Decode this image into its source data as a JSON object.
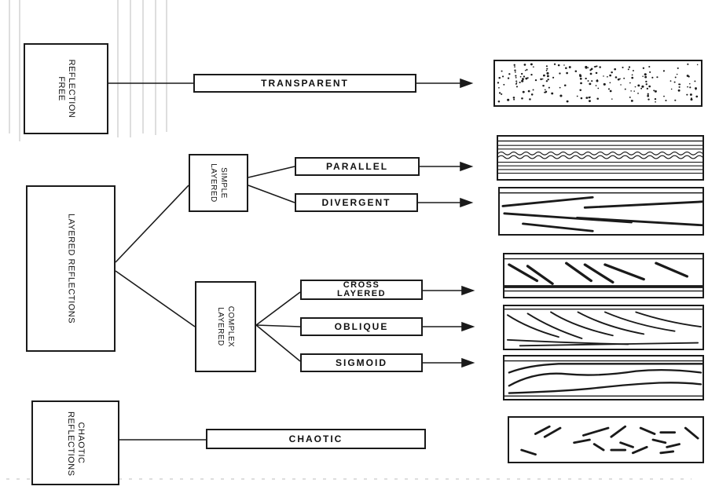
{
  "categories": {
    "reflection_free": "REFLECTION FREE",
    "layered_reflections": "LAYERED REFLECTIONS",
    "chaotic_reflections": "CHAOTIC REFLECTIONS"
  },
  "subcategories": {
    "simple_layered": "SIMPLE LAYERED",
    "complex_layered": "COMPLEX LAYERED"
  },
  "configurations": {
    "transparent": "TRANSPARENT",
    "parallel": "PARALLEL",
    "divergent": "DIVERGENT",
    "cross_layered": "CROSS LAYERED",
    "oblique": "OBLIQUE",
    "sigmoid": "SIGMOID",
    "chaotic": "CHAOTIC"
  }
}
